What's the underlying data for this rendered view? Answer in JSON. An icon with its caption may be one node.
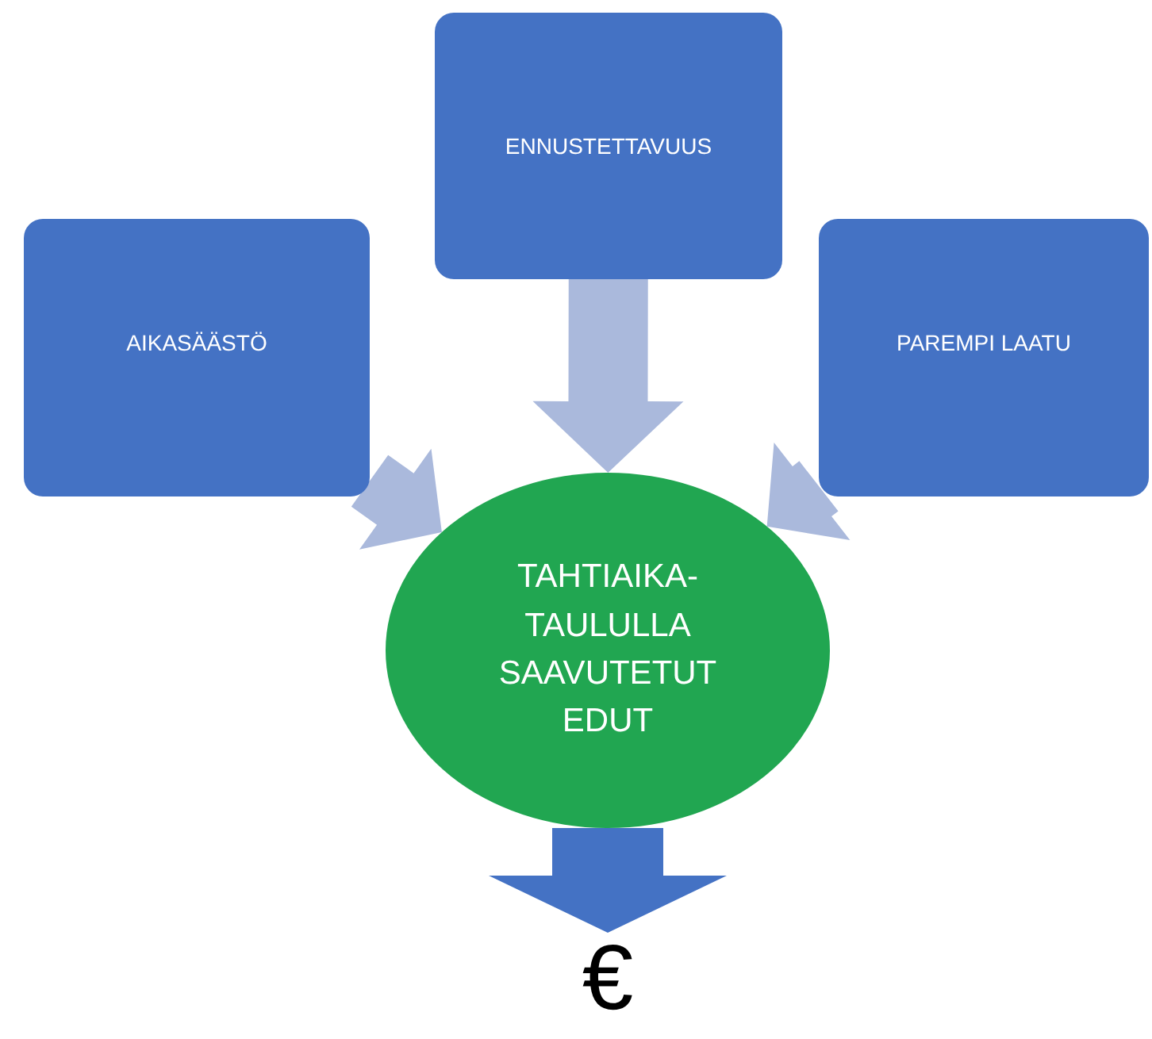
{
  "diagram": {
    "nodes": [
      {
        "text": [
          "ENNUSTETTAVUUS"
        ]
      },
      {
        "text": [
          "AIKASÄÄSTÖ"
        ]
      },
      {
        "text": [
          "PAREMPI LAATU"
        ]
      },
      {
        "text": [
          "TAHTIAIKA- TAULULLA SAAVUTETUT EDUT"
        ]
      },
      {
        "text": [
          "€"
        ]
      }
    ],
    "edges": [
      {
        "from": 0,
        "to": 3,
        "arrow": "to",
        "style": "thick"
      },
      {
        "from": 1,
        "to": 3,
        "arrow": "to",
        "style": "thick"
      },
      {
        "from": 2,
        "to": 3,
        "arrow": "to",
        "style": "thick"
      },
      {
        "from": 3,
        "to": 4,
        "arrow": "to",
        "style": "thick",
        "color": "#4472c4"
      }
    ]
  }
}
